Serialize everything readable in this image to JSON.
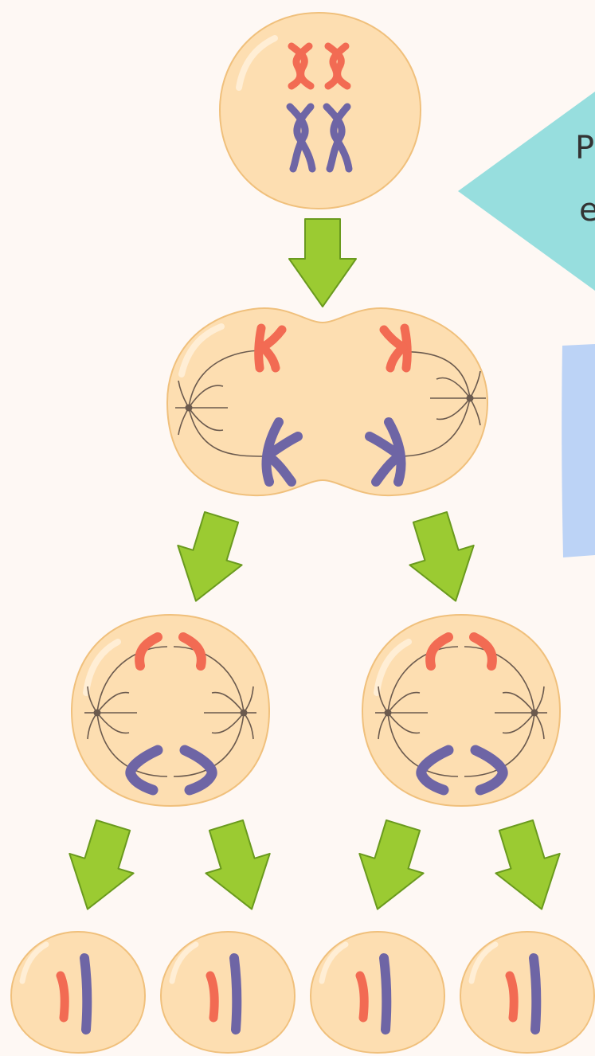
{
  "diagram": {
    "colors": {
      "background": "#FEF8F4",
      "cell_fill": "#FDDEB1",
      "cell_stroke": "#F0C07C",
      "chromosome_red": "#F26B53",
      "chromosome_purple": "#6E65A5",
      "spindle": "#6B5A4E",
      "arrow_fill": "#9BCB32",
      "arrow_stroke": "#6A9A1E",
      "callout_teal": "#97DEDE",
      "callout_blue": "#BCD3F6"
    },
    "callout": {
      "line1": "P",
      "line2": "e"
    },
    "stages": [
      {
        "name": "parent-cell",
        "cells": 1
      },
      {
        "name": "dividing-cell",
        "cells": 1
      },
      {
        "name": "second-division-cells",
        "cells": 2
      },
      {
        "name": "daughter-cells",
        "cells": 4
      }
    ]
  }
}
